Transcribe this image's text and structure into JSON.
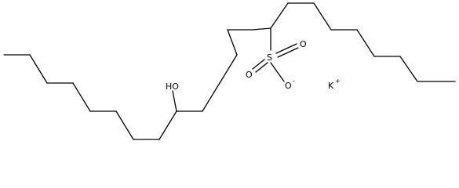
{
  "molecule": {
    "hydroxyl_label": "HO",
    "sulfur_label": "S",
    "oxygen_top_label": "O",
    "oxygen_bottom_label": "O",
    "oxide_charge": "-",
    "counterion_symbol": "K",
    "counterion_charge": "+"
  }
}
